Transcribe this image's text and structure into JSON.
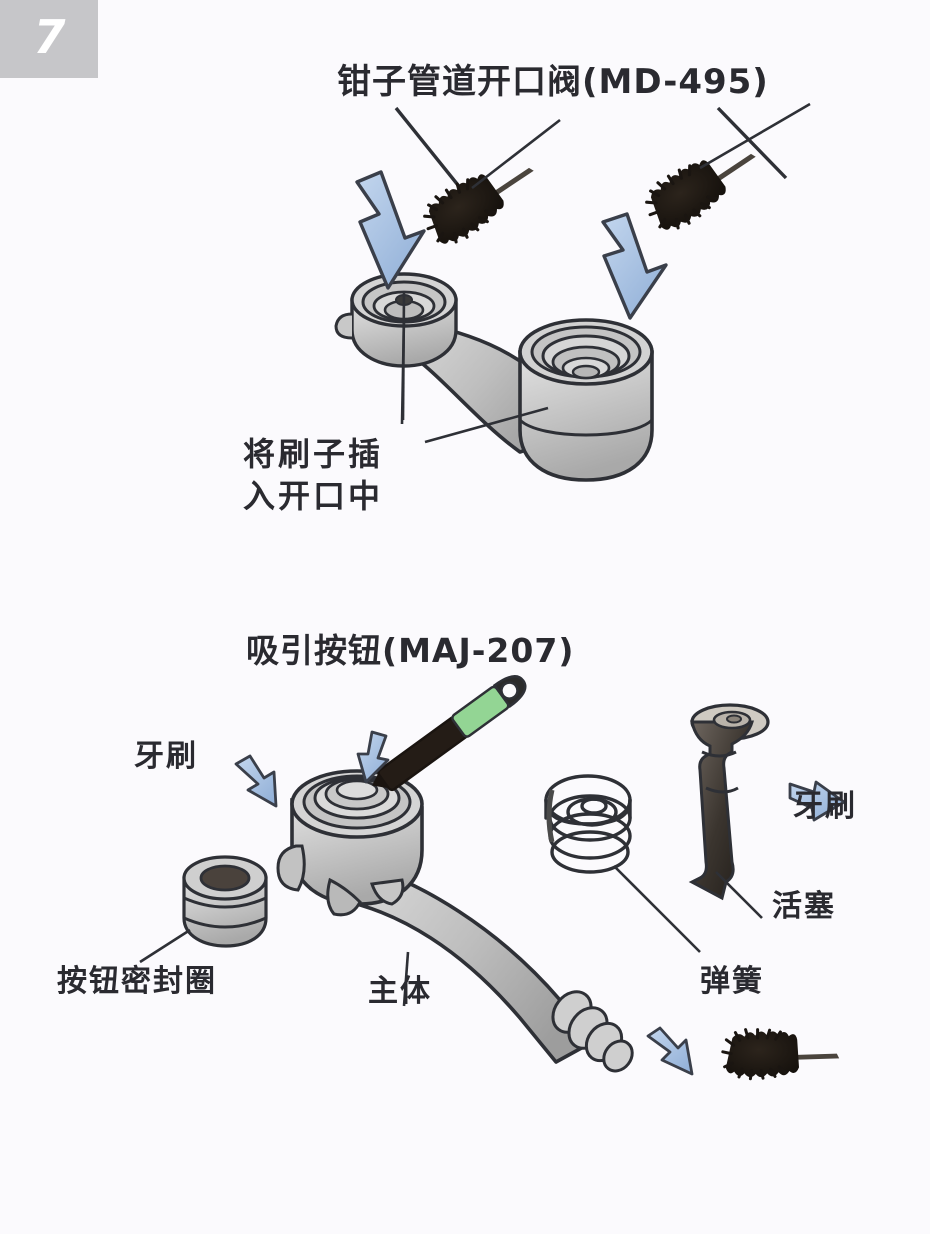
{
  "page": {
    "number": "7",
    "background_color": "#fbfaFd",
    "badge_color": "#c6c6c9"
  },
  "sections": [
    {
      "id": "forceps-valve",
      "title": "钳子管道开口阀(MD-495)",
      "caption": "将刷子插\n入开口中"
    },
    {
      "id": "suction-button",
      "title": "吸引按钮(MAJ-207)",
      "parts": [
        {
          "id": "toothbrush-left",
          "label": "牙刷"
        },
        {
          "id": "toothbrush-right",
          "label": "牙刷"
        },
        {
          "id": "piston",
          "label": "活塞"
        },
        {
          "id": "button-seal-ring",
          "label": "按钮密封圈"
        },
        {
          "id": "main-body",
          "label": "主体"
        },
        {
          "id": "spring",
          "label": "弹簧"
        }
      ]
    }
  ],
  "colors": {
    "arrow_fill": "#a9c2e2",
    "arrow_stroke": "#3a3f4a",
    "metal_light": "#d8d8d8",
    "metal_mid": "#bcbcbc",
    "metal_dark": "#8f8f8f",
    "outline": "#2e3036",
    "brush_black": "#211a14",
    "toothbrush_green": "#93d594",
    "text": "#2a2a30"
  },
  "icons": {
    "arrow": "down-arrow-icon",
    "brush": "cleaning-brush-icon",
    "toothbrush": "toothbrush-icon",
    "spring": "coil-spring-icon",
    "piston": "piston-icon",
    "seal": "seal-ring-icon",
    "valve": "valve-body-icon",
    "body": "suction-body-icon"
  }
}
